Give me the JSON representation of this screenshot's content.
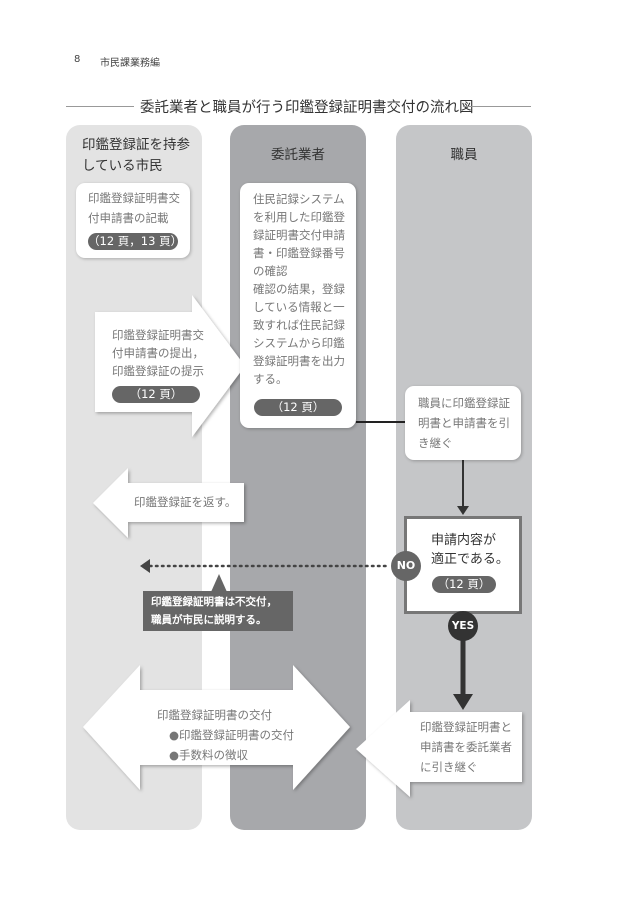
{
  "page": {
    "number": "8",
    "section": "市民課業務編"
  },
  "title": "委託業者と職員が行う印鑑登録証明書交付の流れ図",
  "columns": [
    {
      "label_lines": [
        "印鑑登録証を持参",
        "している市民"
      ],
      "color": "#e3e3e3"
    },
    {
      "label": "委託業者",
      "color": "#a7a8ab"
    },
    {
      "label": "職員",
      "color": "#c5c6c8"
    }
  ],
  "steps": {
    "citizen_fill": {
      "lines": [
        "印鑑登録証明書交",
        "付申請書の記載"
      ],
      "ref": "（12 頁，13 頁）"
    },
    "citizen_submit": {
      "lines": [
        "印鑑登録証明書交",
        "付申請書の提出，",
        "印鑑登録証の提示"
      ],
      "ref": "（12 頁）"
    },
    "contractor_check": {
      "lines": [
        "住民記録システム",
        "を利用した印鑑登",
        "録証明書交付申請",
        "書・印鑑登録番号",
        "の確認",
        "確認の結果，登録",
        "している情報と一",
        "致すれば住民記録",
        "システムから印鑑",
        "登録証明書を出力",
        "する。"
      ],
      "ref": "（12 頁）"
    },
    "staff_handover": {
      "lines": [
        "職員に印鑑登録証",
        "明書と申請書を引",
        "き継ぐ"
      ]
    },
    "return_card": {
      "text": "印鑑登録証を返す。"
    },
    "decision": {
      "lines": [
        "申請内容が",
        "適正である。"
      ],
      "ref": "（12 頁）",
      "no": "NO",
      "yes": "YES"
    },
    "not_issued": {
      "lines": [
        "印鑑登録証明書は不交付，",
        "職員が市民に説明する。"
      ]
    },
    "issue": {
      "title": "印鑑登録証明書の交付",
      "bullets": [
        "●印鑑登録証明書の交付",
        "●手数料の徴収"
      ]
    },
    "staff_to_contractor": {
      "lines": [
        "印鑑登録証明書と",
        "申請書を委託業者",
        "に引き継ぐ"
      ]
    }
  }
}
